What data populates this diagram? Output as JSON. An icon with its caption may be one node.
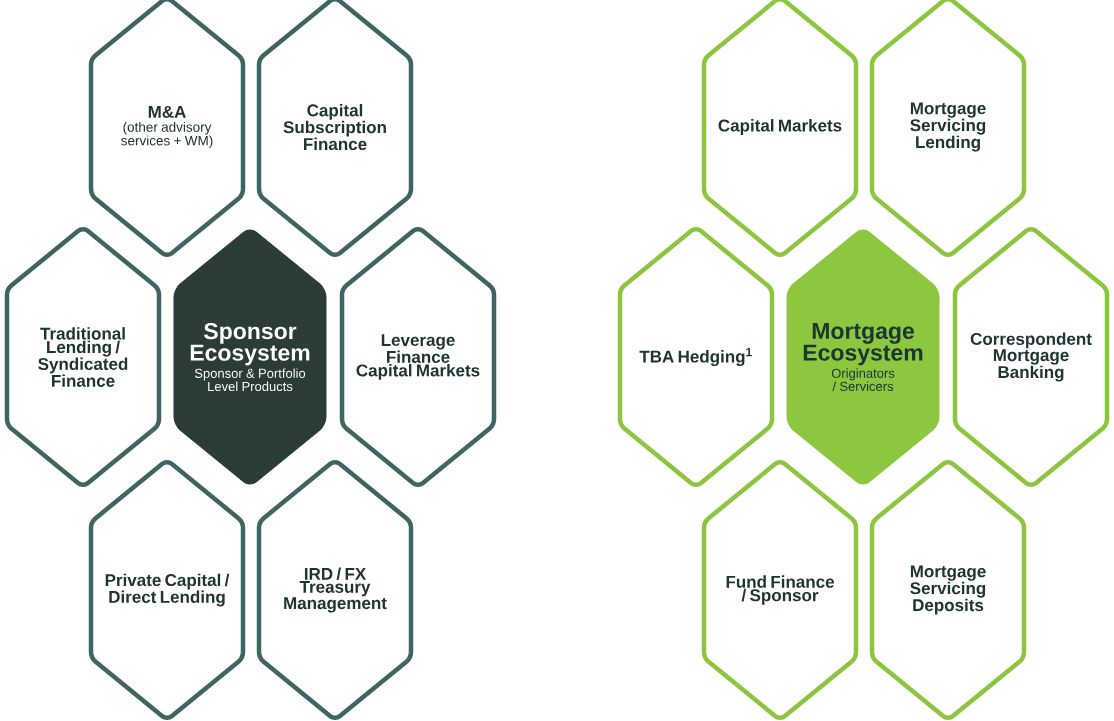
{
  "diagram": {
    "nodes": [
      {
        "text": [
          "M&A",
          "(other advisory services + WM)"
        ]
      },
      {
        "text": [
          "Capital Subscription Finance"
        ]
      },
      {
        "text": [
          "Traditional Lending / Syndicated Finance"
        ]
      },
      {
        "text": [
          "Sponsor Ecosystem",
          "Sponsor & Portfolio Level Products"
        ]
      },
      {
        "text": [
          "Leverage Finance Capital Markets"
        ]
      },
      {
        "text": [
          "Private Capital / Direct Lending"
        ]
      },
      {
        "text": [
          "IRD / FX Treasury Management"
        ]
      },
      {
        "text": [
          "Capital Markets"
        ]
      },
      {
        "text": [
          "Mortgage Servicing Lending"
        ]
      },
      {
        "text": [
          "TBA Hedging$^{1}$"
        ]
      },
      {
        "text": [
          "Mortgage Ecosystem",
          "Originators / Servicers"
        ]
      },
      {
        "text": [
          "Correspondent Mortgage Banking"
        ]
      },
      {
        "text": [
          "Fund Finance / Sponsor"
        ]
      },
      {
        "text": [
          "Mortgage Servicing Deposits"
        ]
      }
    ]
  }
}
